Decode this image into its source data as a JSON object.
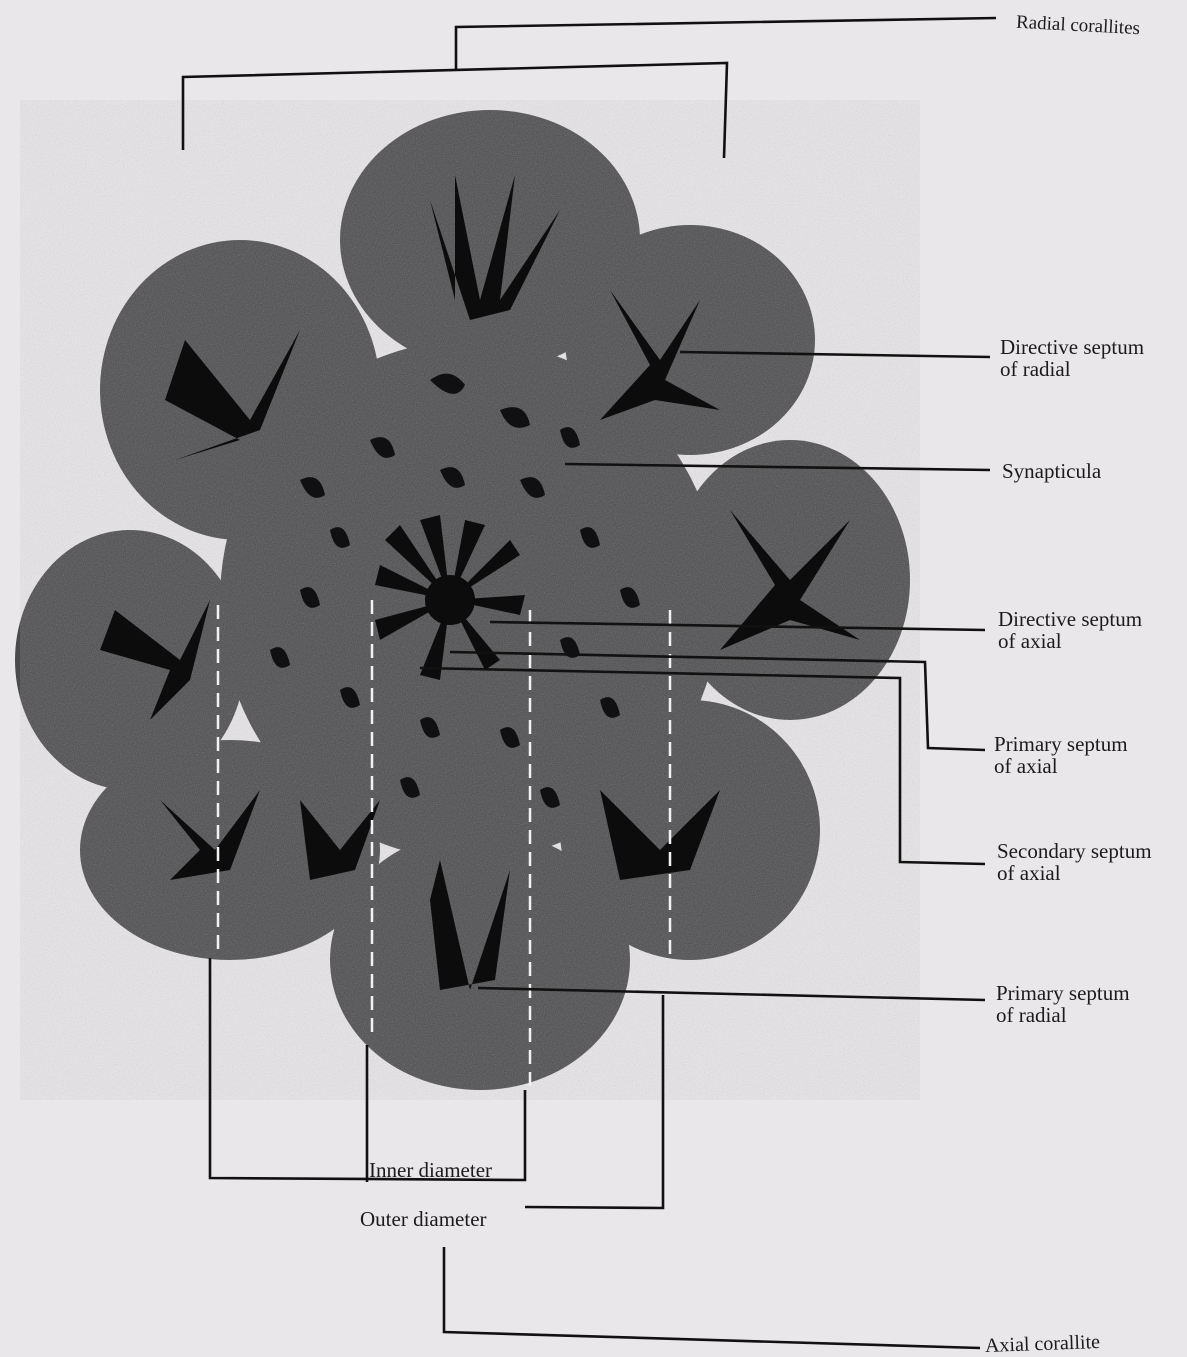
{
  "labels": {
    "radial_corallites": "Radial corallites",
    "directive_septum_radial": [
      "Directive septum",
      "of radial"
    ],
    "synapticula": "Synapticula",
    "directive_septum_axial": [
      "Directive septum",
      "of axial"
    ],
    "primary_septum_axial": [
      "Primary septum",
      "of axial"
    ],
    "secondary_septum_axial": [
      "Secondary septum",
      "of axial"
    ],
    "primary_septum_radial": [
      "Primary septum",
      "of radial"
    ],
    "inner_diameter": "Inner diameter",
    "outer_diameter": "Outer diameter",
    "axial_corallite": "Axial corallite"
  },
  "colors": {
    "background": "#e9e7e9",
    "ink": "#111111",
    "stipple": "#4b4b4d",
    "dark": "#0c0c0d"
  }
}
